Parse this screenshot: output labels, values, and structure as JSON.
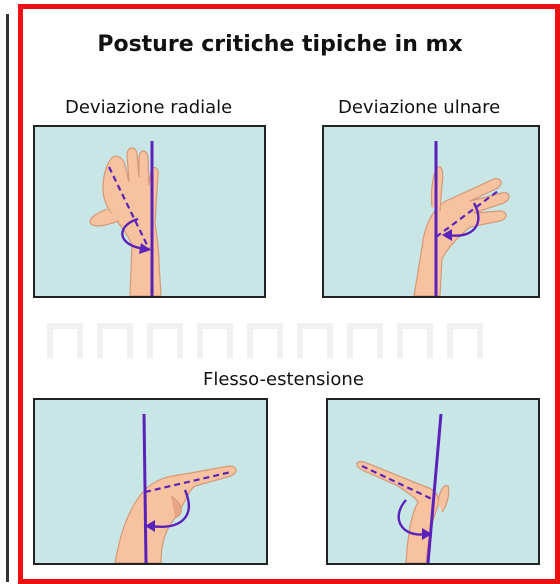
{
  "figure": {
    "title": "Posture critiche tipiche in mx",
    "labels": {
      "radial": "Deviazione radiale",
      "ulnar": "Deviazione ulnare",
      "flex": "Flesso-estensione"
    }
  },
  "colors": {
    "frame": "#ee1111",
    "panel_bg": "#c9e6e7",
    "axis_line": "#5a22b8",
    "skin": "#f6c2a0",
    "skin_shadow": "#e7a583"
  }
}
